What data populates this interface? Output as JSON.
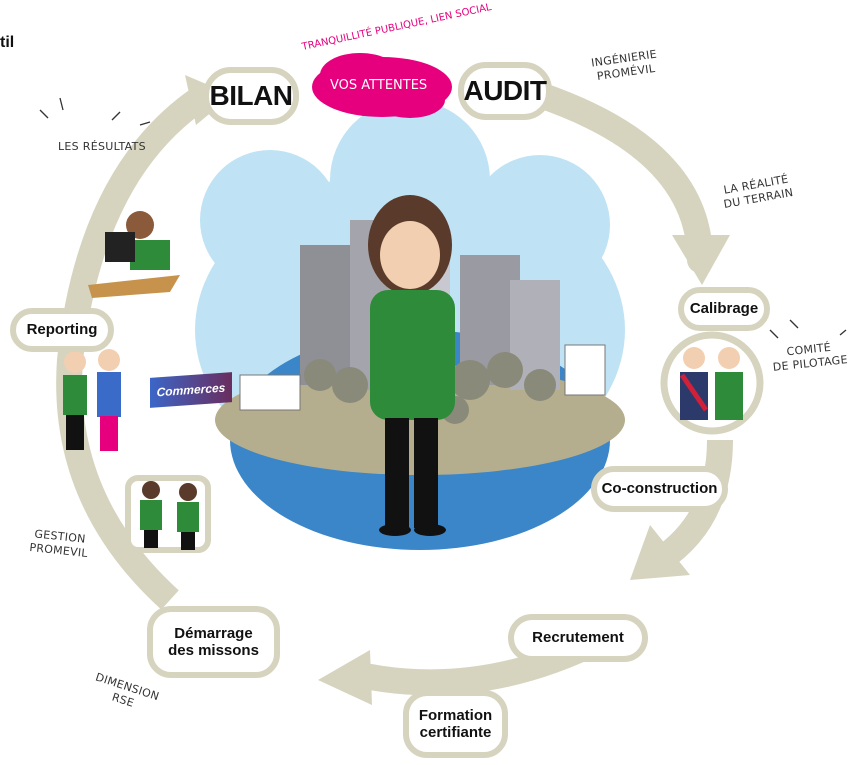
{
  "cycle": {
    "bilan": "BILAN",
    "audit": "AUDIT",
    "calibrage": "Calibrage",
    "co_construction": "Co-construction",
    "recrutement": "Recrutement",
    "formation_line1": "Formation",
    "formation_line2": "certifiante",
    "demarrage_line1": "Démarrage",
    "demarrage_line2": "des missons",
    "reporting": "Reporting"
  },
  "center": {
    "attentes": "VOS ATTENTES",
    "attentes_arc": "TRANQUILLITÉ PUBLIQUE, LIEN SOCIAL",
    "commerces": "Commerces"
  },
  "notes": {
    "ingenierie_line1": "INGÉNIERIE",
    "ingenierie_line2": "PROMÉVIL",
    "realite_line1": "LA RÉALITÉ",
    "realite_line2": "DU TERRAIN",
    "comite_line1": "COMITÉ",
    "comite_line2": "DE PILOTAGE",
    "gestion_line1": "GESTION",
    "gestion_line2": "PROMEVIL",
    "dimension_line1": "DIMENSION",
    "dimension_line2": "RSE",
    "resultats": "LES RÉSULTATS"
  },
  "edge_fragment": "til",
  "colors": {
    "arrow": "#d6d4bf",
    "pink": "#e6007e",
    "uniform_green": "#2e8b3a",
    "sky_top": "#a9d9f0",
    "water": "#3a86c8"
  }
}
